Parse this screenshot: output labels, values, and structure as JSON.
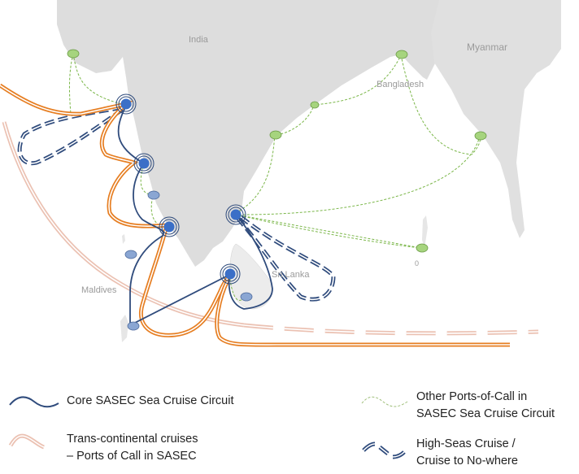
{
  "map": {
    "labels": {
      "india": "India",
      "myanmar": "Myanmar",
      "bangladesh": "Bangladesh",
      "sri_lanka": "Sri Lanka",
      "maldives": "Maldives",
      "zero": "0"
    },
    "colors": {
      "land": "#dddddd",
      "core_route": "#2f4b7c",
      "trans_continental": "#e67e22",
      "trans_continental_faint": "#ebc1b2",
      "other_ports": "#7ab648",
      "high_seas": "#2f4b7c",
      "main_port": "#3b6fc7",
      "secondary_port": "#8aa6d3",
      "other_port": "#a6d47e"
    }
  },
  "legend": {
    "core": "Core SASEC Sea Cruise Circuit",
    "trans_line1": "Trans-continental cruises",
    "trans_line2": "– Ports of Call in  SASEC",
    "other_line1": "Other Ports-of-Call in",
    "other_line2": "SASEC Sea Cruise Circuit",
    "highseas_line1": "High-Seas Cruise /",
    "highseas_line2": "Cruise to No-where"
  }
}
